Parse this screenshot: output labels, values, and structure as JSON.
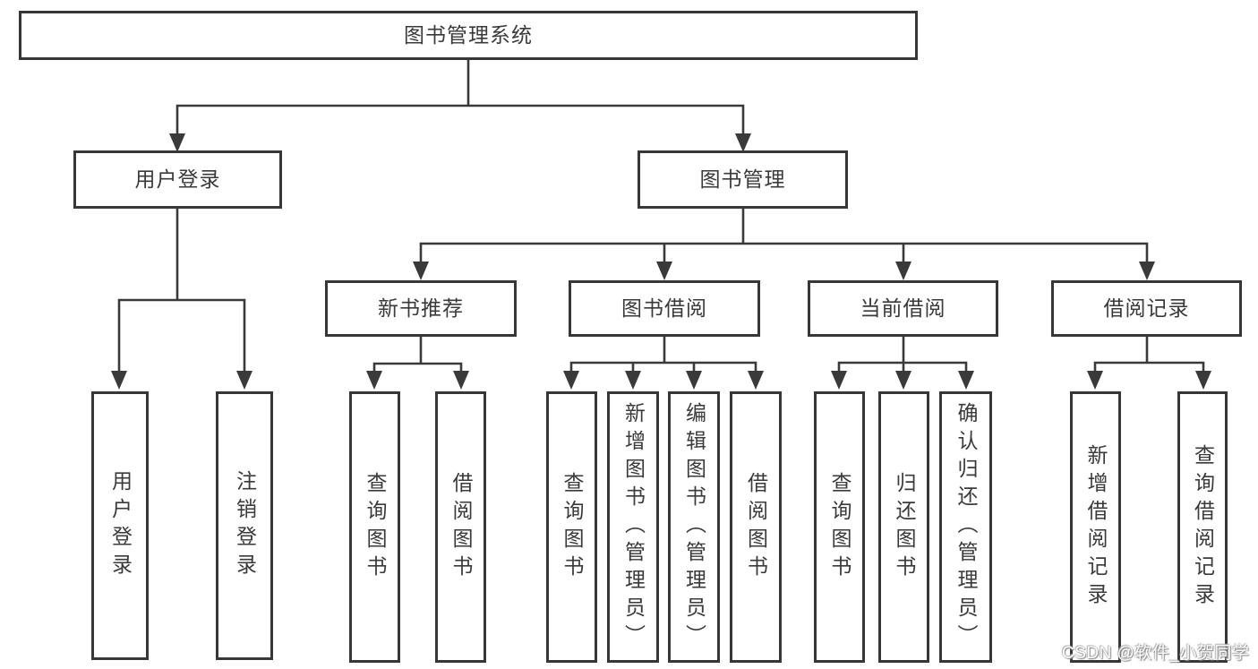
{
  "diagram": {
    "watermark": "CSDN @软件_小贺同学",
    "colors": {
      "line": "#3a3a3a",
      "box_border": "#373737",
      "box_fill": "#ffffff",
      "text": "#3a3a3a",
      "background": "#ffffff"
    },
    "nodes": {
      "root": "图书管理系统",
      "user_login": "用户登录",
      "book_mgmt": "图书管理",
      "new_book_rec": "新书推荐",
      "book_borrow": "图书借阅",
      "current_borrow": "当前借阅",
      "borrow_record": "借阅记录",
      "ul_login": "用户登录",
      "ul_logout": "注销登录",
      "nb_query": "查询图书",
      "nb_borrow": "借阅图书",
      "bb_query": "查询图书",
      "bb_add": "新增图书（管理员）",
      "bb_edit": "编辑图书（管理员）",
      "bb_borrow": "借阅图书",
      "cb_query": "查询图书",
      "cb_return": "归还图书",
      "cb_confirm": "确认归还（管理员）",
      "br_add": "新增借阅记录",
      "br_query": "查询借阅记录"
    }
  }
}
